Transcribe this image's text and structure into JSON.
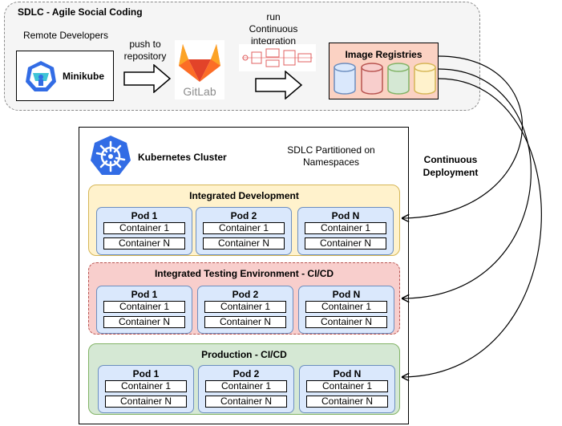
{
  "sdlc": {
    "title": "SDLC - Agile Social Coding",
    "remote_developers": "Remote Developers",
    "minikube": "Minikube",
    "push_label": [
      "push to",
      "repository"
    ],
    "gitlab": "GitLab",
    "ci_label": [
      "run",
      "Continuous",
      "integration"
    ],
    "registries_title": "Image Registries",
    "registry_colors": [
      "#dae8fc",
      "#f8cecc",
      "#d5e8d4",
      "#fff2cc"
    ],
    "registry_stroke": [
      "#6c8ebf",
      "#b85450",
      "#82b366",
      "#d6b656"
    ]
  },
  "deployment": {
    "label": [
      "Continuous",
      "Deployment"
    ]
  },
  "cluster": {
    "title": "Kubernetes Cluster",
    "note": [
      "SDLC Partitioned on",
      "Namespaces"
    ],
    "namespaces": [
      {
        "title": "Integrated Development",
        "pods": [
          {
            "title": "Pod  1",
            "containers": [
              "Container 1",
              "Container N"
            ]
          },
          {
            "title": "Pod 2",
            "containers": [
              "Container 1",
              "Container N"
            ]
          },
          {
            "title": "Pod  N",
            "containers": [
              "Container 1",
              "Container N"
            ]
          }
        ]
      },
      {
        "title": "Integrated Testing Environment - CI/CD",
        "pods": [
          {
            "title": "Pod  1",
            "containers": [
              "Container 1",
              "Container N"
            ]
          },
          {
            "title": "Pod 2",
            "containers": [
              "Container 1",
              "Container N"
            ]
          },
          {
            "title": "Pod  N",
            "containers": [
              "Container 1",
              "Container N"
            ]
          }
        ]
      },
      {
        "title": "Production - CI/CD",
        "pods": [
          {
            "title": "Pod  1",
            "containers": [
              "Container 1",
              "Container N"
            ]
          },
          {
            "title": "Pod 2",
            "containers": [
              "Container 1",
              "Container N"
            ]
          },
          {
            "title": "Pod  N",
            "containers": [
              "Container 1",
              "Container N"
            ]
          }
        ]
      }
    ]
  },
  "icons": [
    "kubernetes-icon",
    "minikube-icon",
    "gitlab-icon",
    "ci-pipeline-icon",
    "database-icon",
    "arrow-icon"
  ]
}
